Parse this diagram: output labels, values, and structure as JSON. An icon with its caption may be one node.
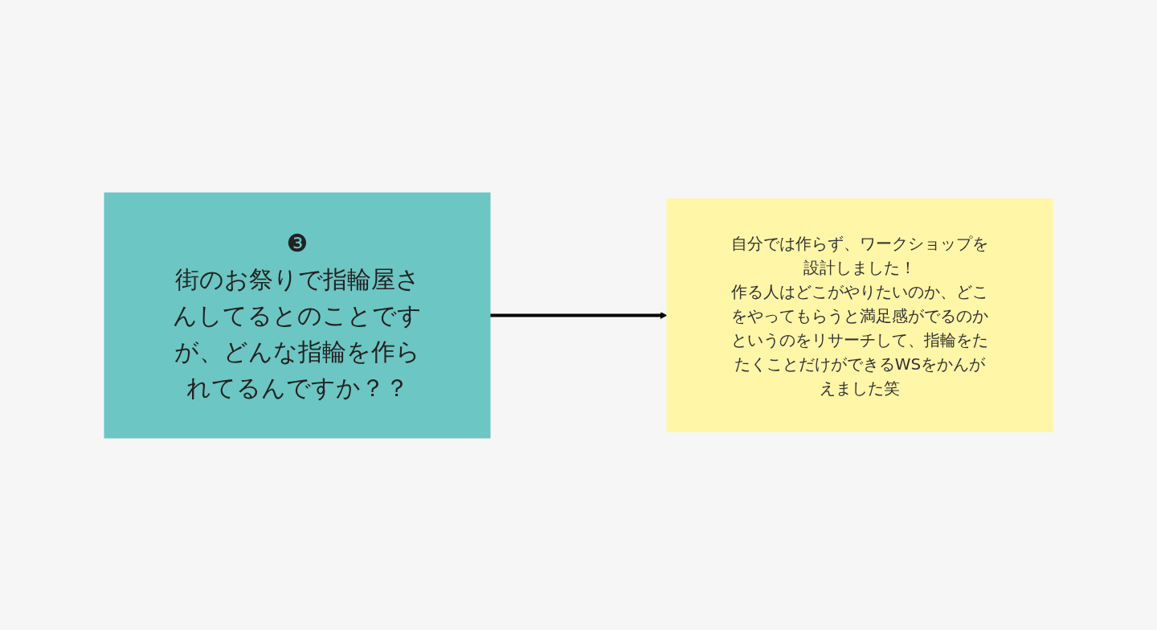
{
  "diagram": {
    "nodes": [
      {
        "text": [
          "❸",
          "街のお祭りで指輪屋さんしてるとのことですが、どんな指輪を作られてるんですか？？"
        ]
      },
      {
        "text": [
          "自分では作らず、ワークショップを設計しました！",
          "作る人はどこがやりたいのか、どこをやってもらうと満足感がでるのか",
          "というのをリサーチして、指輪をたたくことだけができるWSをかんがえました笑"
        ]
      }
    ],
    "edges": [
      {
        "from": 0,
        "to": 1,
        "arrow": "to"
      }
    ]
  }
}
